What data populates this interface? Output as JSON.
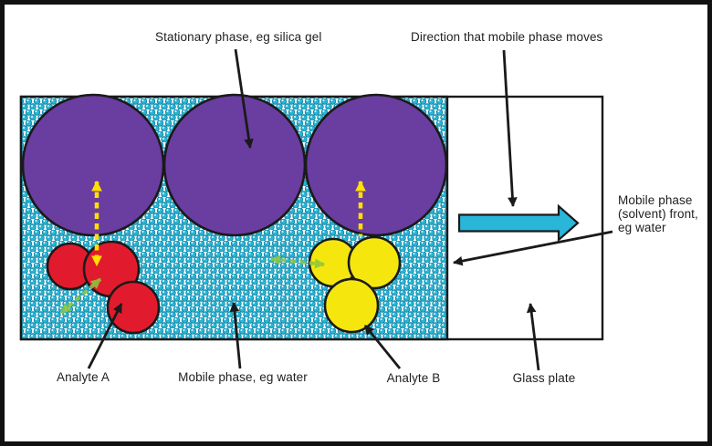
{
  "labels": {
    "stationary_phase": "Stationary phase, eg silica gel",
    "direction": "Direction that mobile phase moves",
    "mobile_front": "Mobile phase (solvent) front, eg water",
    "analyte_a": "Analyte A",
    "mobile_phase": "Mobile phase, eg water",
    "analyte_b": "Analyte B",
    "glass_plate": "Glass plate"
  },
  "colors": {
    "stationary_phase_purple": "#6a3da0",
    "analyte_a_red": "#e11b2d",
    "analyte_b_yellow": "#f5e70e",
    "mobile_phase_cyan": "#29b5d6",
    "bead_outline": "#0b7e9e",
    "flow_arrow_cyan": "#29b6d8",
    "dashed_arrow_yellow": "#ffe000",
    "dashed_arrow_green": "#8cc63f",
    "outline_black": "#1a1a1a",
    "text": "#212121"
  }
}
